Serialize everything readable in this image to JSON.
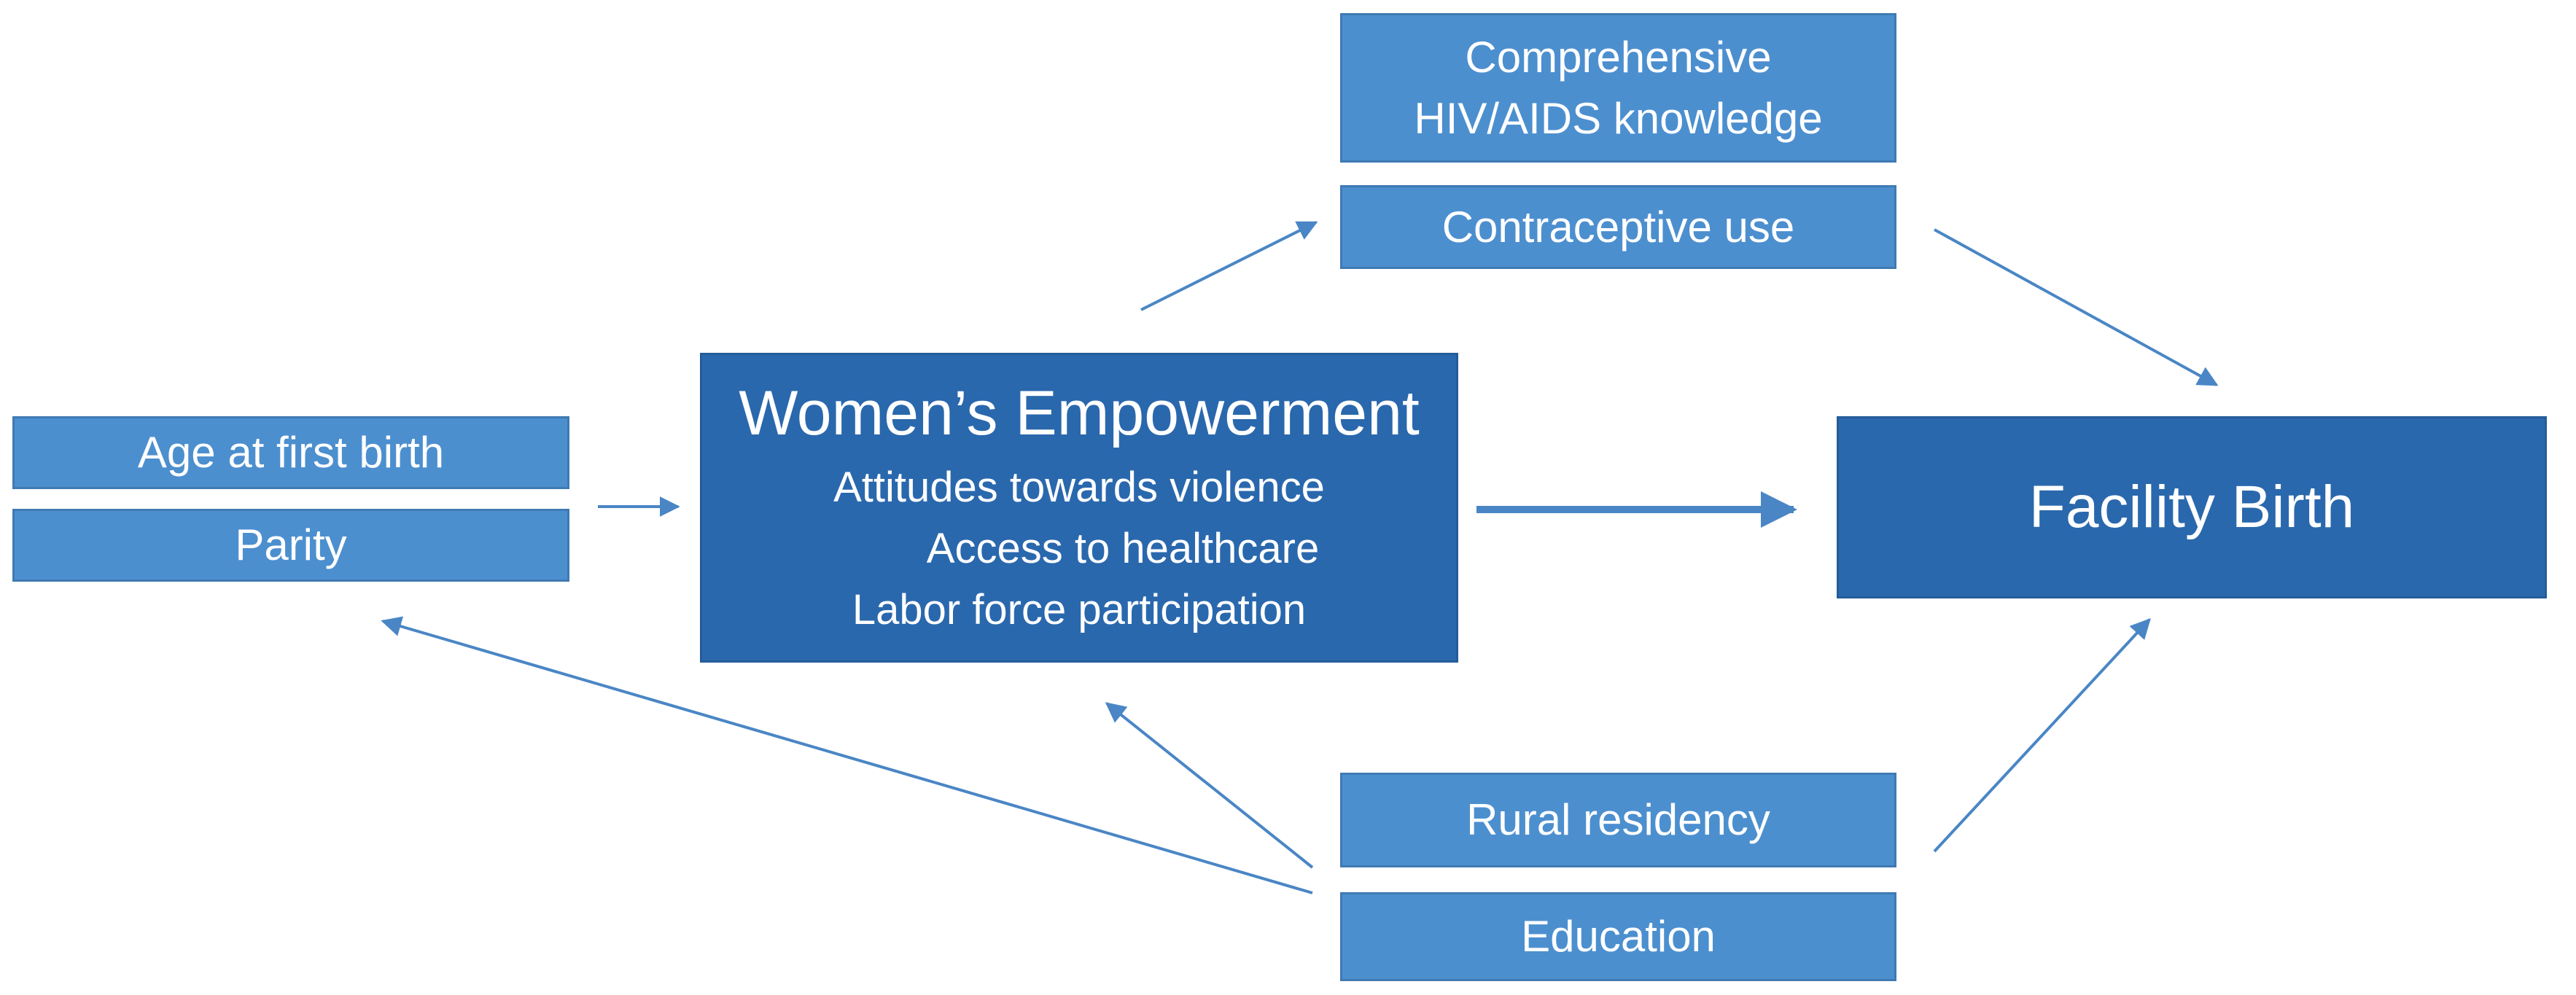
{
  "colors": {
    "light_box": "#4c8fcf",
    "dark_box": "#2a68ad",
    "arrow": "#4a86c5",
    "text": "#ffffff"
  },
  "boxes": {
    "hiv_knowledge": {
      "lines": [
        "Comprehensive",
        "HIV/AIDS knowledge"
      ]
    },
    "contraceptive_use": {
      "label": "Contraceptive use"
    },
    "age_first_birth": {
      "label": "Age at first birth"
    },
    "parity": {
      "label": "Parity"
    },
    "womens_empowerment": {
      "title": "Women’s Empowerment",
      "items": [
        "Attitudes towards violence",
        "Access to healthcare",
        "Labor force participation"
      ]
    },
    "facility_birth": {
      "label": "Facility Birth"
    },
    "rural_residency": {
      "label": "Rural residency"
    },
    "education": {
      "label": "Education"
    }
  }
}
